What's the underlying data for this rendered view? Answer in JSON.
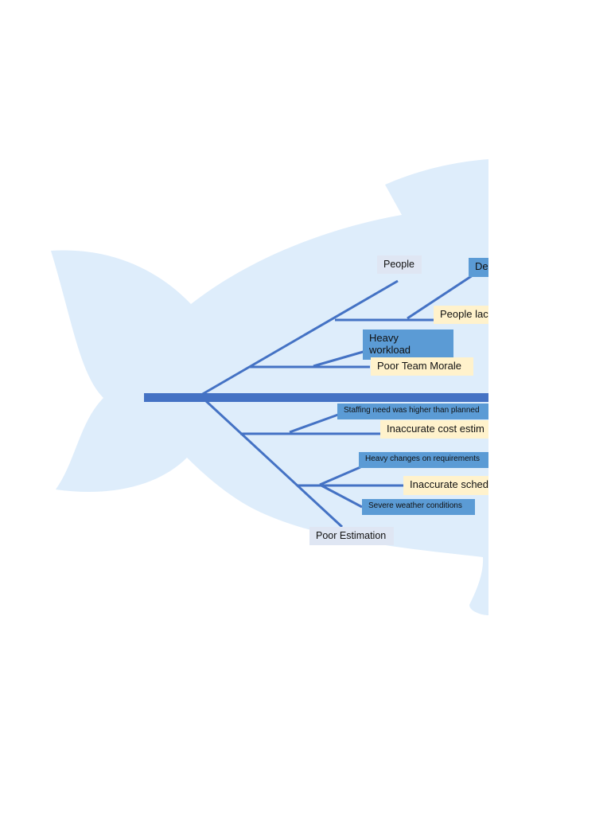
{
  "diagram": {
    "categories": {
      "people": "People",
      "poor_estimation": "Poor Estimation"
    },
    "causes": {
      "people_lack": "People lack",
      "poor_team_morale": "Poor Team Morale",
      "inaccurate_cost": "Inaccurate cost estim",
      "inaccurate_schedule": "Inaccurate sched"
    },
    "sub_causes": {
      "de": "De",
      "heavy_workload": "Heavy workload",
      "staffing_need": "Staffing need was higher than planned",
      "heavy_changes": "Heavy changes on requirements",
      "severe_weather": "Severe weather conditions"
    },
    "colors": {
      "fish_body": "#deedfb",
      "bone_line": "#4472c4",
      "category_box": "#dfe6f3",
      "cause_box": "#fff2cc",
      "sub_cause_box": "#5b9bd5"
    }
  }
}
